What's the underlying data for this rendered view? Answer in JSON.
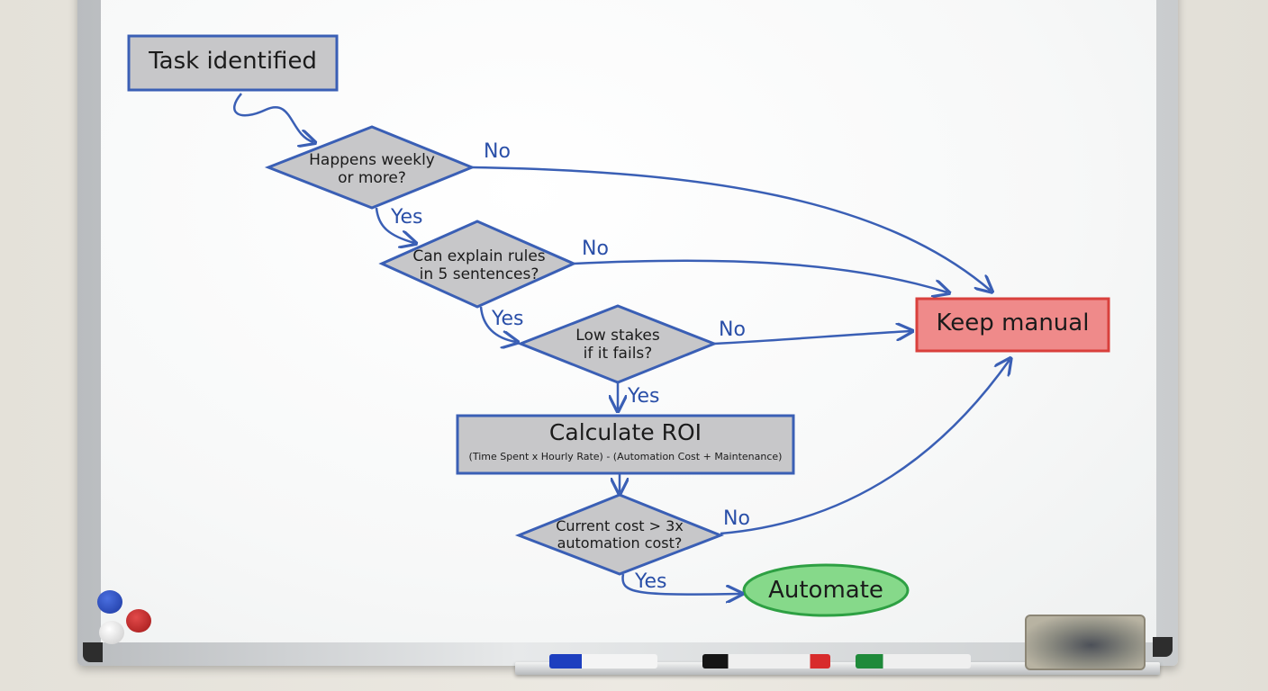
{
  "flowchart": {
    "start": "Task identified",
    "decision_weekly": [
      "Happens weekly",
      "or more?"
    ],
    "decision_rules": [
      "Can explain rules",
      "in 5 sentences?"
    ],
    "decision_stakes": [
      "Low stakes",
      "if it fails?"
    ],
    "calc_title": "Calculate ROI",
    "calc_formula": "(Time Spent x Hourly Rate) - (Automation Cost + Maintenance)",
    "decision_cost": [
      "Current cost > 3x",
      "automation cost?"
    ],
    "outcome_manual": "Keep manual",
    "outcome_automate": "Automate",
    "yes_label": "Yes",
    "no_label": "No"
  },
  "colors": {
    "ink_blue": "#3a5fb5",
    "process_fill": "#c7c7c9",
    "manual_fill": "#ef8a8a",
    "manual_stroke": "#d9403c",
    "automate_fill": "#86d98a",
    "automate_stroke": "#2ea043"
  }
}
